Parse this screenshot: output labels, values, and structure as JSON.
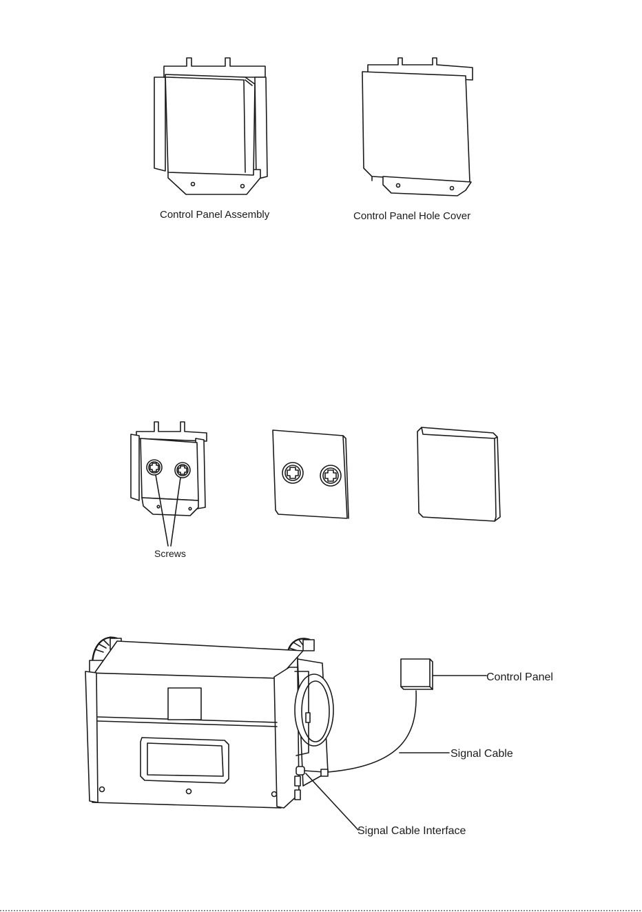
{
  "figure1": {
    "assembly_label": "Control Panel Assembly",
    "hole_cover_label": "Control Panel Hole Cover"
  },
  "figure2": {
    "screws_label": "Screws"
  },
  "figure3": {
    "control_panel_label": "Control Panel",
    "signal_cable_label": "Signal Cable",
    "signal_cable_interface_label": "Signal Cable Interface"
  },
  "colors": {
    "line": "#1a1a1a",
    "background": "#ffffff"
  }
}
